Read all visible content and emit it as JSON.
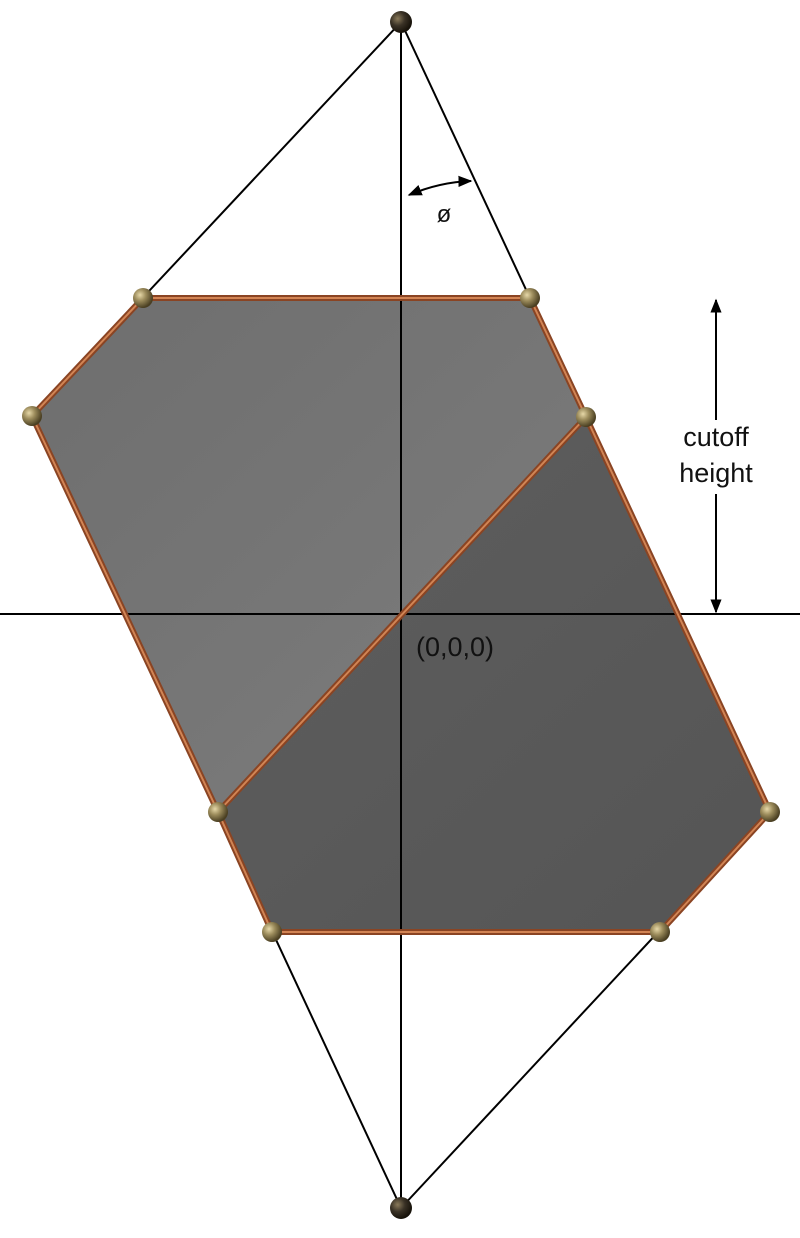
{
  "diagram": {
    "labels": {
      "angle": "ø",
      "cutoff_line1": "cutoff",
      "cutoff_line2": "height",
      "origin": "(0,0,0)"
    },
    "colors": {
      "background": "#ffffff",
      "line": "#000000",
      "upper_face": "#7a7a7a",
      "lower_face": "#5a5a5a",
      "edge_rod": "#a0522d",
      "edge_rod_highlight": "#d98c5a",
      "vertex_ball": "#8b7d55",
      "apex_ball": "#3a3226"
    }
  }
}
